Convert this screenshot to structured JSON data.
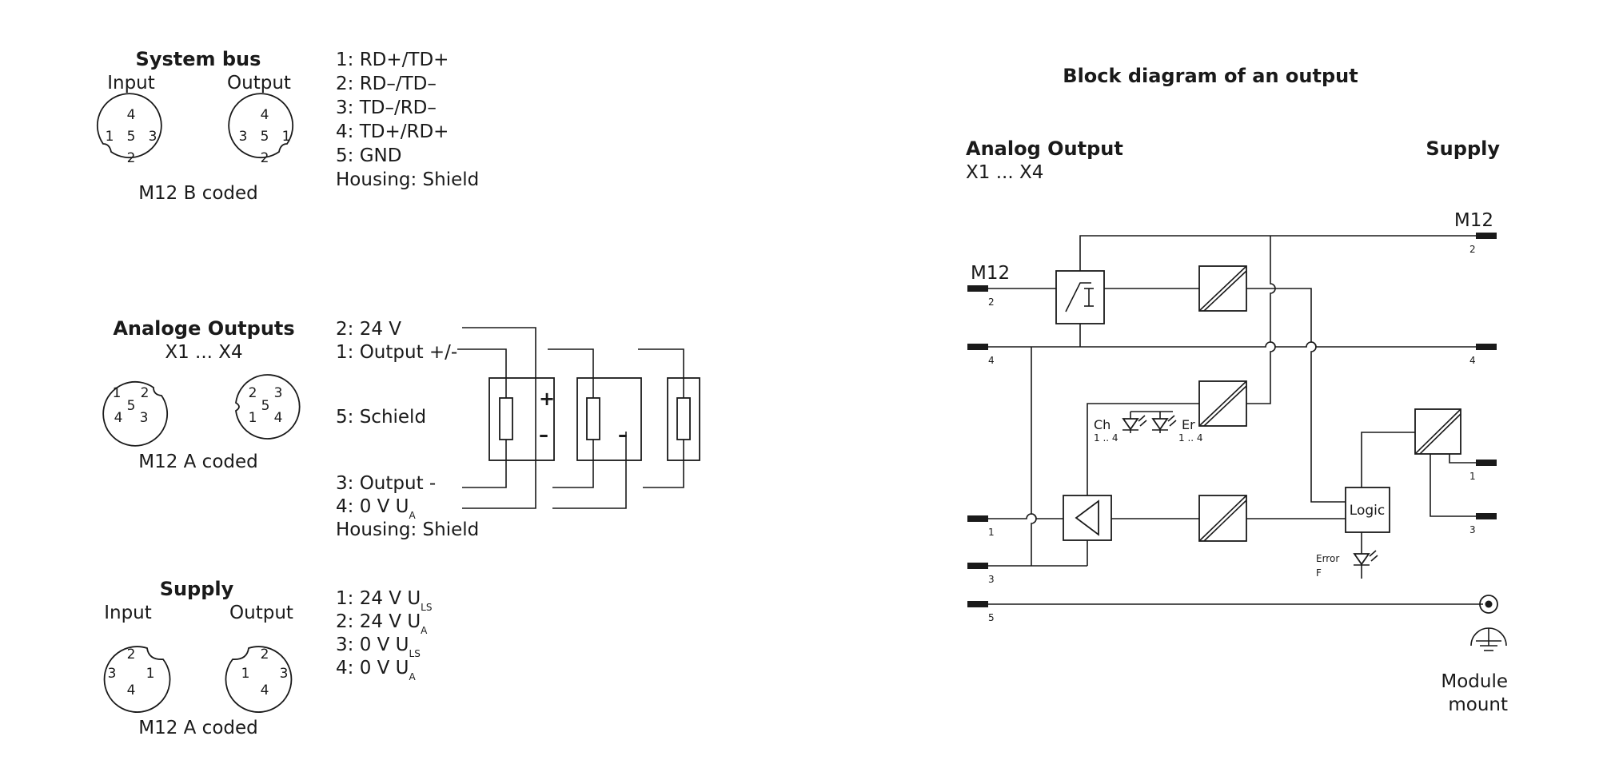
{
  "system_bus": {
    "title": "System bus",
    "input_label": "Input",
    "output_label": "Output",
    "coding": "M12 B coded",
    "input_pins": {
      "p4": "4",
      "p1": "1",
      "p5": "5",
      "p3": "3",
      "p2": "2"
    },
    "output_pins": {
      "p4": "4",
      "p3": "3",
      "p5": "5",
      "p1": "1",
      "p2": "2"
    },
    "pinout": [
      "1: RD+/TD+",
      "2: RD–/TD–",
      "3: TD–/RD–",
      "4: TD+/RD+",
      "5: GND",
      "Housing: Shield"
    ]
  },
  "analog_outputs": {
    "title": "Analoge Outputs",
    "subtitle": "X1 ... X4",
    "coding": "M12 A coded",
    "left_pins": {
      "p1": "1",
      "p2": "2",
      "p5": "5",
      "p4": "4",
      "p3": "3"
    },
    "right_pins": {
      "p2": "2",
      "p3": "3",
      "p5": "5",
      "p1": "1",
      "p4": "4"
    },
    "pin2": "2: 24 V",
    "pin1": "1: Output +/-",
    "pin5": "5: Schield",
    "pin3": "3: Output -",
    "pin4_main": "4: 0 V U",
    "pin4_sub": "A",
    "housing": "Housing: Shield",
    "plus_symbol": "+",
    "minus_symbol": "–"
  },
  "supply": {
    "title": "Supply",
    "input_label": "Input",
    "output_label": "Output",
    "coding": "M12 A coded",
    "input_pins": {
      "p2": "2",
      "p3": "3",
      "p1": "1",
      "p4": "4"
    },
    "output_pins": {
      "p2": "2",
      "p1": "1",
      "p3": "3",
      "p4": "4"
    },
    "pins": [
      {
        "main": "1: 24 V U",
        "sub": "LS"
      },
      {
        "main": "2: 24 V U",
        "sub": "A"
      },
      {
        "main": "3: 0 V U",
        "sub": "LS"
      },
      {
        "main": "4: 0 V U",
        "sub": "A"
      }
    ]
  },
  "block_diagram": {
    "title": "Block diagram of an output",
    "analog_output_label": "Analog Output",
    "analog_output_sub": "X1 ... X4",
    "supply_label": "Supply",
    "m12_left": "M12",
    "m12_right": "M12",
    "left_pins": {
      "p2": "2",
      "p4": "4",
      "p1": "1",
      "p3": "3",
      "p5": "5"
    },
    "right_pins": {
      "p2": "2",
      "p4": "4",
      "p1": "1",
      "p3": "3"
    },
    "led_ch_label": "Ch",
    "led_ch_sub": "1 .. 4",
    "led_er_label": "Er",
    "led_er_sub": "1 .. 4",
    "logic_label": "Logic",
    "error_label": "Error",
    "error_sub": "F",
    "module_mount_line1": "Module",
    "module_mount_line2": "mount"
  }
}
